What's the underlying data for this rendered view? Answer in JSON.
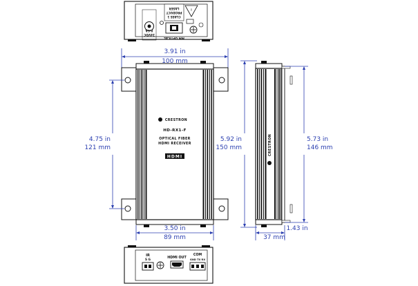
{
  "top_panel": {
    "power_label": "24VDC",
    "power_current": "0.6A",
    "laser_warning_line1": "LASER",
    "laser_warning_line2": "PRODUCT",
    "laser_warning_line3": "CLASS 1",
    "fiber_label": "MM OPTICAL"
  },
  "front_panel": {
    "brand": "CRESTRON",
    "model": "HD-RX1-F",
    "description_line1": "OPTICAL FIBER",
    "description_line2": "HDMI RECEIVER",
    "hdmi_logo": "HDMI"
  },
  "side_panel": {
    "brand": "CRESTRON"
  },
  "bottom_panel": {
    "ir_label": "IR",
    "ir_pins": "S G",
    "hdmi_out_label": "HDMI OUT",
    "com_label": "COM",
    "com_pins": "GND TX RX"
  },
  "dimensions": {
    "width_in": "3.91 in",
    "width_mm": "100 mm",
    "mount_spacing_in": "4.75 in",
    "mount_spacing_mm": "121 mm",
    "body_width_in": "3.50 in",
    "body_width_mm": "89 mm",
    "overall_height_in": "5.92 in",
    "overall_height_mm": "150 mm",
    "body_height_in": "5.73 in",
    "body_height_mm": "146 mm",
    "depth_in": "1.43 in",
    "depth_mm": "37 mm"
  }
}
